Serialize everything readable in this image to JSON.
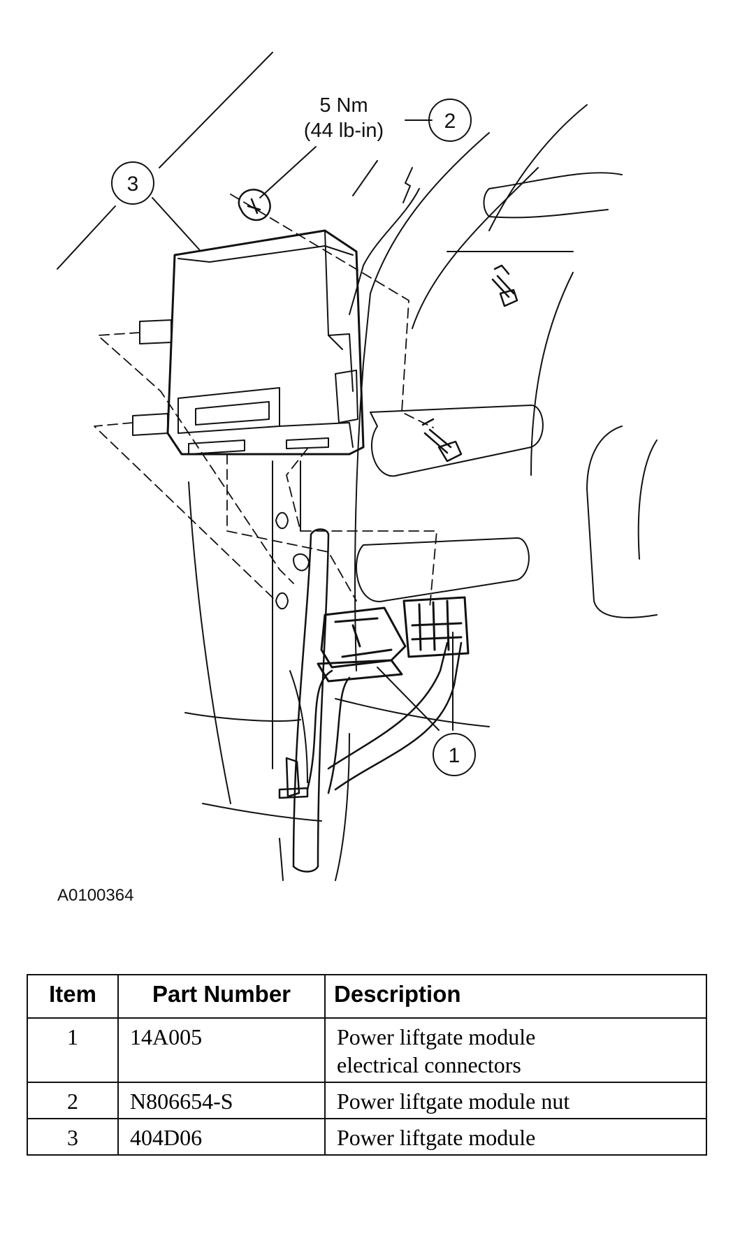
{
  "figure": {
    "torque_line1": "5 Nm",
    "torque_line2": "(44 lb-in)",
    "callouts": [
      "1",
      "2",
      "3"
    ],
    "figure_id": "A0100364"
  },
  "table": {
    "headers": [
      "Item",
      "Part Number",
      "Description"
    ],
    "rows": [
      {
        "item": "1",
        "part": "14A005",
        "desc_line1": "Power liftgate module",
        "desc_line2": "electrical connectors"
      },
      {
        "item": "2",
        "part": "N806654-S",
        "desc_line1": "Power liftgate module nut",
        "desc_line2": ""
      },
      {
        "item": "3",
        "part": "404D06",
        "desc_line1": "Power liftgate module",
        "desc_line2": ""
      }
    ]
  }
}
